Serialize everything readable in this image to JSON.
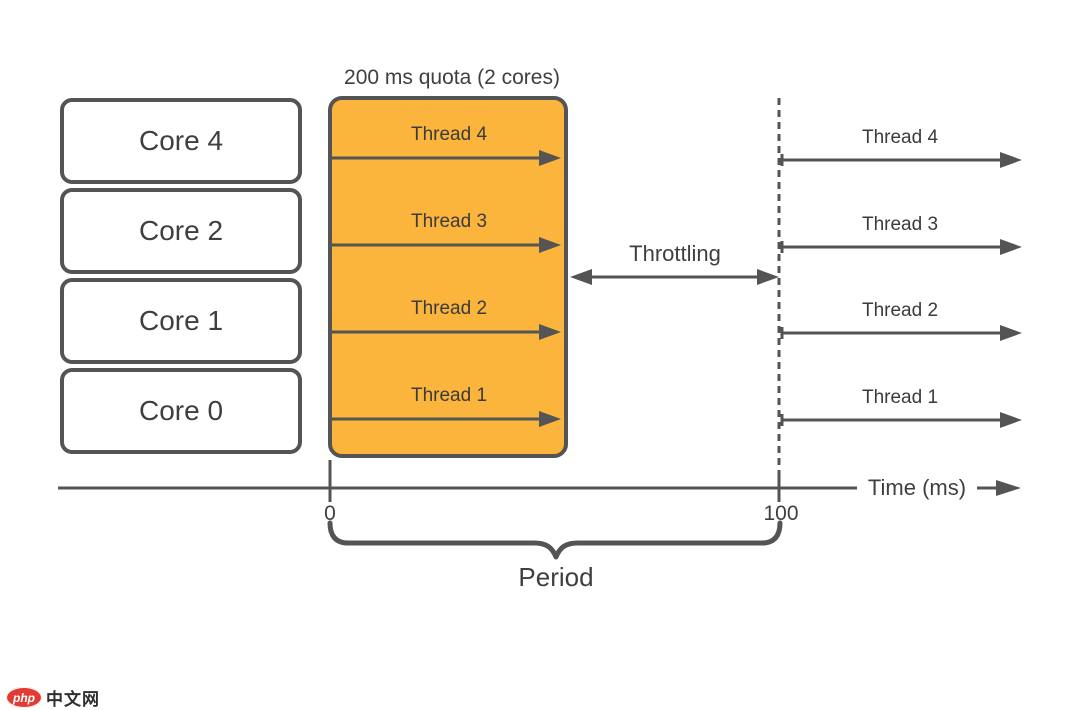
{
  "quota": {
    "title": "200 ms quota (2 cores)"
  },
  "cores": [
    {
      "label": "Core 4"
    },
    {
      "label": "Core 2"
    },
    {
      "label": "Core 1"
    },
    {
      "label": "Core 0"
    }
  ],
  "quota_threads": [
    {
      "label": "Thread 4"
    },
    {
      "label": "Thread 3"
    },
    {
      "label": "Thread 2"
    },
    {
      "label": "Thread 1"
    }
  ],
  "post_threads": [
    {
      "label": "Thread 4"
    },
    {
      "label": "Thread 3"
    },
    {
      "label": "Thread 2"
    },
    {
      "label": "Thread 1"
    }
  ],
  "throttling": {
    "label": "Throttling"
  },
  "timeline": {
    "start_tick": "0",
    "end_tick": "100",
    "axis_label": "Time (ms)"
  },
  "period": {
    "label": "Period"
  },
  "watermark": {
    "badge": "php",
    "text": "中文网"
  },
  "colors": {
    "quota_fill": "#fbb43c",
    "stroke": "#545454",
    "text": "#3f3f3f",
    "watermark_red": "#e23b33"
  }
}
